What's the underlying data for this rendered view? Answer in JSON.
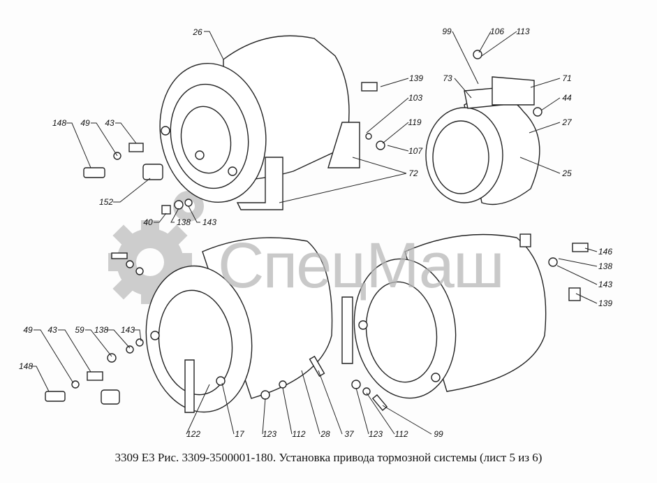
{
  "caption": "3309 Е3 Рис. 3309-3500001-180. Установка привода тормозной системы (лист 5 из 6)",
  "watermark": "СпецМаш",
  "labels": {
    "l26": "26",
    "l148a": "148",
    "l49a": "49",
    "l43a": "43",
    "l152": "152",
    "l40": "40",
    "l138a": "138",
    "l143a": "143",
    "l139a": "139",
    "l103": "103",
    "l119": "119",
    "l107": "107",
    "l72": "72",
    "l99a": "99",
    "l106": "106",
    "l113": "113",
    "l73": "73",
    "l71": "71",
    "l44": "44",
    "l27": "27",
    "l25": "25",
    "l146": "146",
    "l138b": "138",
    "l143b": "143",
    "l139b": "139",
    "l49b": "49",
    "l43b": "43",
    "l59": "59",
    "l138c": "138",
    "l143c": "143",
    "l148b": "148",
    "l122": "122",
    "l17": "17",
    "l123a": "123",
    "l112a": "112",
    "l28": "28",
    "l37": "37",
    "l123b": "123",
    "l112b": "112",
    "l99b": "99"
  }
}
